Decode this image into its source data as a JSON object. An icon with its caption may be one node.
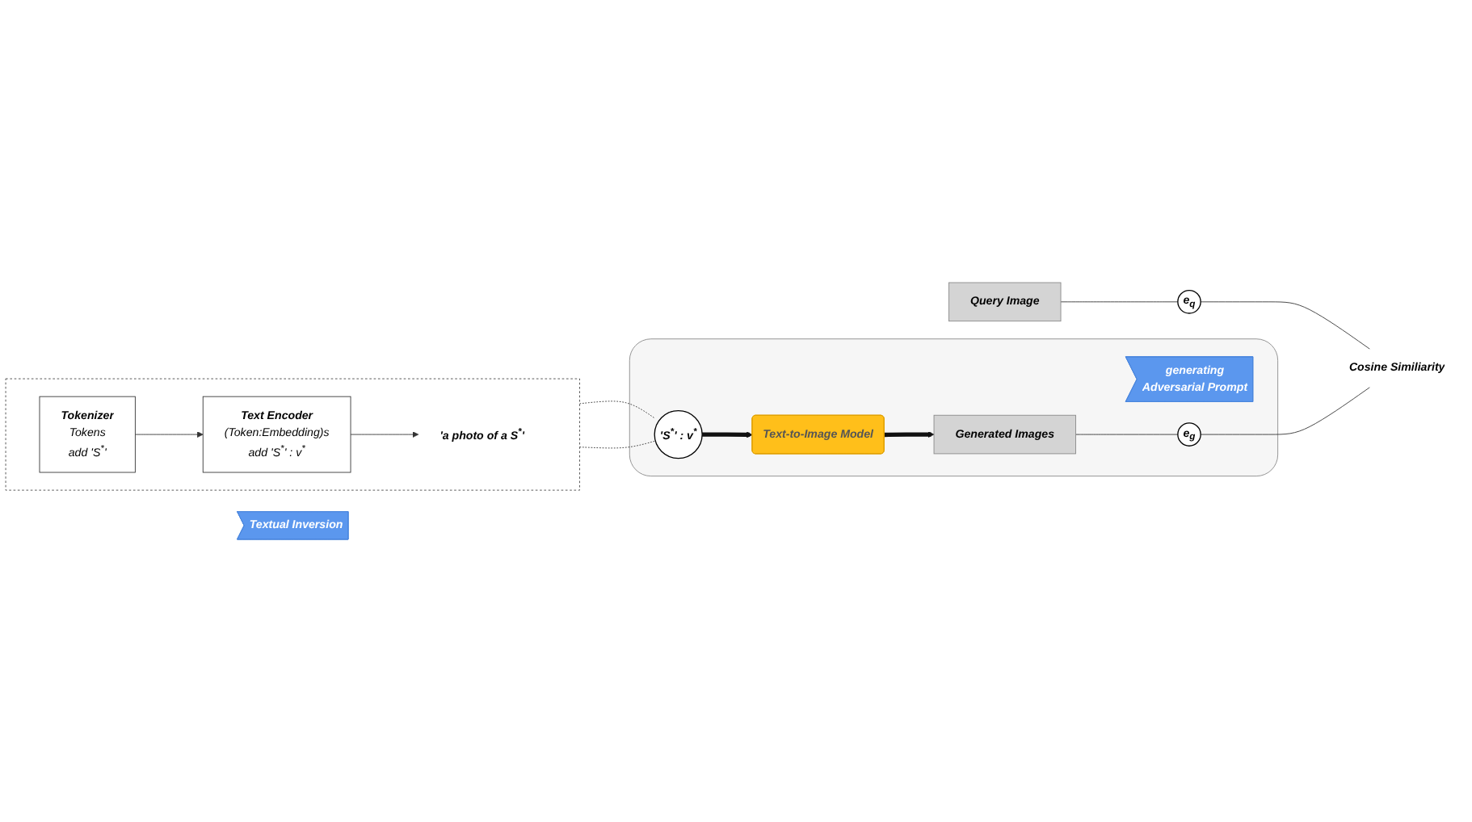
{
  "diagram": {
    "nodes": [
      {
        "text": [],
        "shape": "box"
      },
      {
        "text": [
          "Tokenizer",
          "Tokens",
          "add 'S$^{*}$'"
        ],
        "in": 0
      },
      {
        "text": [
          "Text Encoder",
          "(Token:Embedding)s",
          "add 'S$^{*}$' : v$^{*}$"
        ],
        "in": 0
      },
      {
        "text": [
          "'a photo of a S$^{*}$'"
        ],
        "in": 0
      },
      {
        "text": [
          "Query Image"
        ]
      },
      {
        "text": [
          "Textual Inversion"
        ]
      },
      {
        "text": [],
        "shape": "box"
      },
      {
        "text": [
          "'S$^{*}$' : v$^{*}$"
        ],
        "in": 6
      },
      {
        "text": [
          "generating",
          "Adversarial Prompt"
        ],
        "in": 6
      },
      {
        "text": [
          "Text-to-Image Model"
        ],
        "in": 6
      },
      {
        "text": [
          "Generated Images"
        ],
        "in": 6
      },
      {
        "text": [
          "e$_{q}$"
        ]
      },
      {
        "text": [
          "e$_{g}$"
        ],
        "in": 6
      },
      {
        "text": [
          "Cosine Similiarity"
        ]
      }
    ],
    "edges": [
      {
        "from": 1,
        "to": 2,
        "arrow": "to"
      },
      {
        "from": 2,
        "to": 3,
        "arrow": "to"
      },
      {
        "from": 0,
        "to": 7,
        "arrow": "none",
        "style": "dashed"
      },
      {
        "from": 0,
        "to": 7,
        "arrow": "none",
        "style": "dashed"
      },
      {
        "from": 7,
        "to": 9,
        "arrow": "to",
        "style": "thick"
      },
      {
        "from": 9,
        "to": 10,
        "arrow": "to",
        "style": "thick"
      },
      {
        "from": 4,
        "to": 11,
        "arrow": "none"
      },
      {
        "from": 10,
        "to": 12,
        "arrow": "none"
      },
      {
        "from": 11,
        "to": 13,
        "arrow": "none"
      },
      {
        "from": 12,
        "to": 13,
        "arrow": "none"
      }
    ]
  }
}
